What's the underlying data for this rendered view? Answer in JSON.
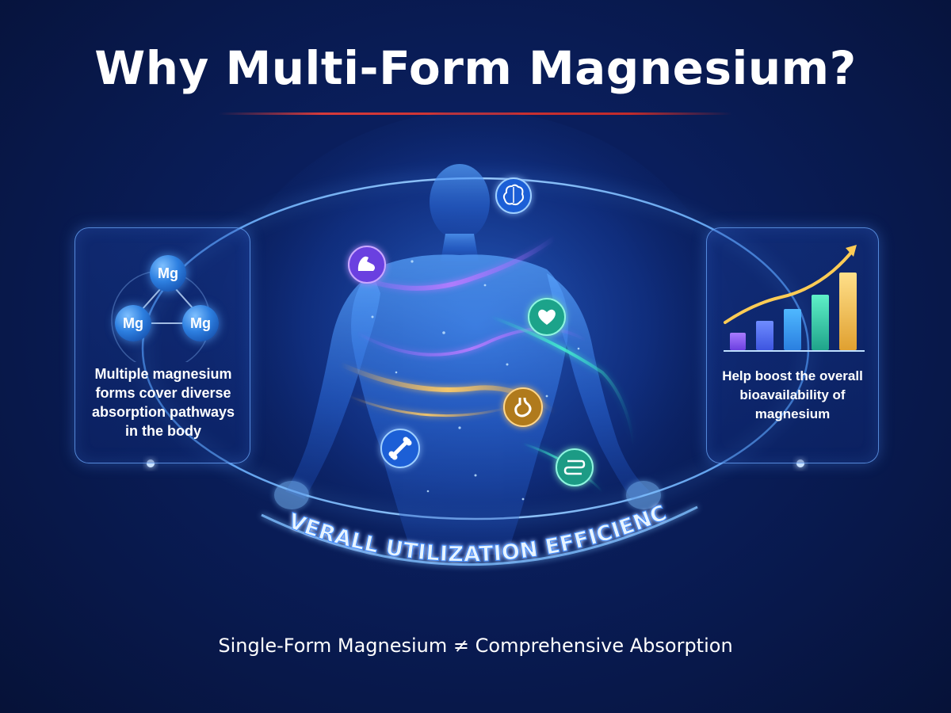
{
  "header": {
    "title": "Why Multi-Form Magnesium?"
  },
  "left_panel": {
    "mg_labels": [
      "Mg",
      "Mg",
      "Mg"
    ],
    "text": "Multiple magnesium forms cover diverse absorption pathways in the body"
  },
  "right_panel": {
    "text": "Help boost the overall bioavailability of magnesium"
  },
  "banner": {
    "text": "OVERALL UTILIZATION EFFICIENCY"
  },
  "body_icons": [
    "muscle-icon",
    "brain-icon",
    "heart-icon",
    "stomach-icon",
    "bone-icon",
    "intestine-icon"
  ],
  "footer": {
    "text": "Single-Form Magnesium ≠ Comprehensive Absorption"
  },
  "colors": {
    "background": "#0a1f5e",
    "accent_blue": "#3d8bff",
    "title_rule": "#c22b2b",
    "banner_text": "#e8f4ff"
  }
}
